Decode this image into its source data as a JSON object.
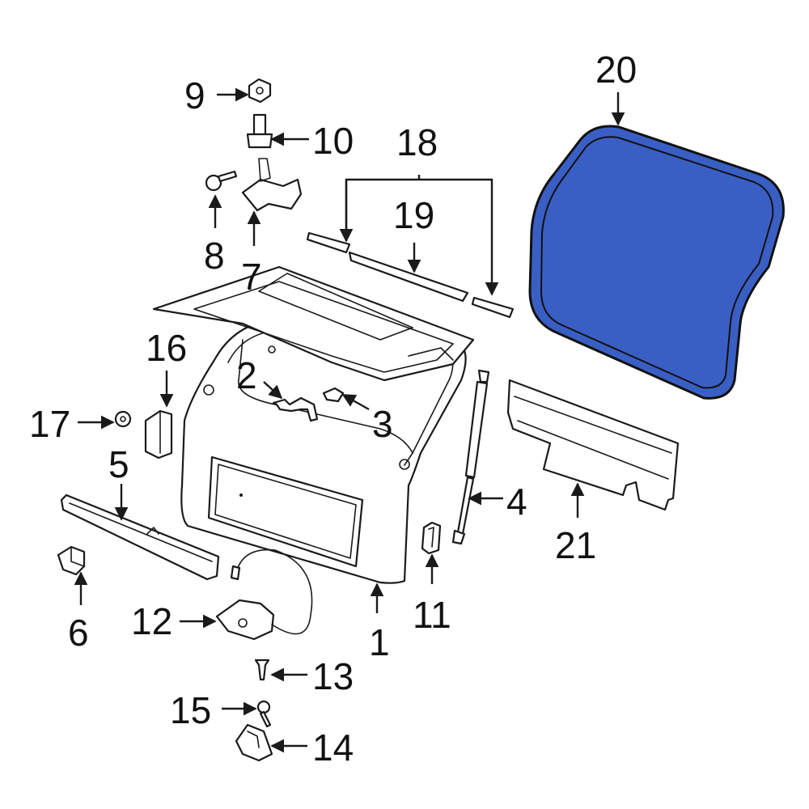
{
  "callouts": {
    "c1": "1",
    "c2": "2",
    "c3": "3",
    "c4": "4",
    "c5": "5",
    "c6": "6",
    "c7": "7",
    "c8": "8",
    "c9": "9",
    "c10": "10",
    "c11": "11",
    "c12": "12",
    "c13": "13",
    "c14": "14",
    "c15": "15",
    "c16": "16",
    "c17": "17",
    "c18": "18",
    "c19": "19",
    "c20": "20",
    "c21": "21"
  },
  "colors": {
    "highlight_fill": "#3a5fc4",
    "line": "#1a1a1a",
    "background": "#ffffff"
  }
}
